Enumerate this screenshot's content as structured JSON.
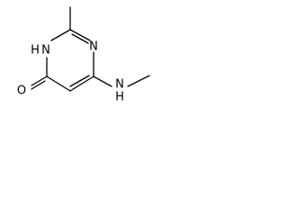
{
  "molecule": {
    "atoms": {
      "n3": "N",
      "nh_ring": "H",
      "n_ring_nh": "N",
      "o": "O",
      "n_amine": "N",
      "h_amine": "H"
    },
    "bond_color": "#000000",
    "label_color": "#000000",
    "background": "#ffffff"
  }
}
